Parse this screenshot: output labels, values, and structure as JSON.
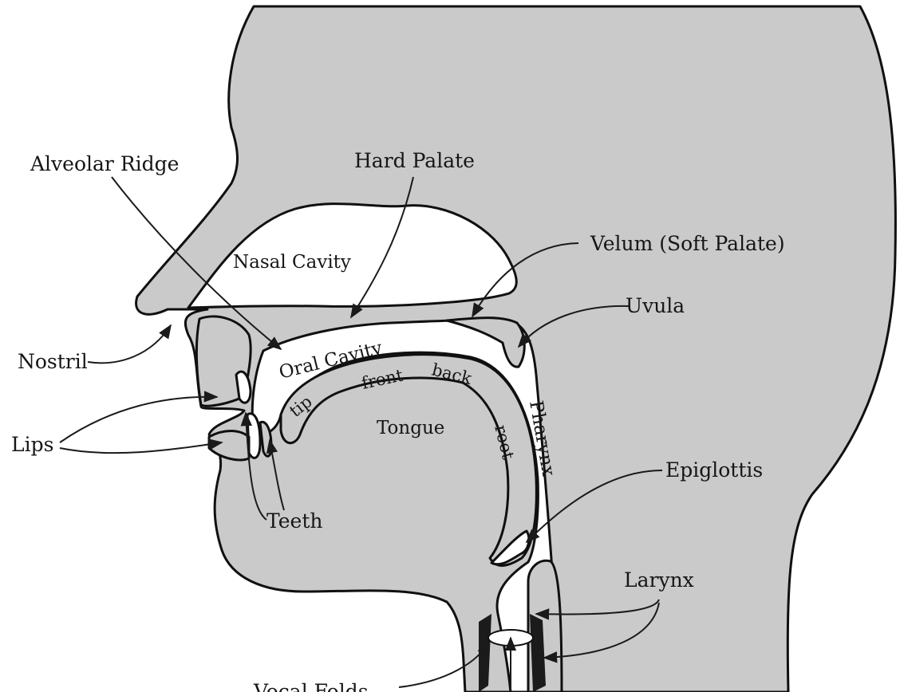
{
  "labels": {
    "alveolar_ridge": "Alveolar Ridge",
    "hard_palate": "Hard Palate",
    "nasal_cavity": "Nasal Cavity",
    "velum": "Velum (Soft Palate)",
    "uvula": "Uvula",
    "nostril": "Nostril",
    "oral_cavity": "Oral Cavity",
    "tip": "tip",
    "front": "front",
    "back": "back",
    "tongue": "Tongue",
    "root": "root",
    "pharynx": "Pharynx",
    "lips": "Lips",
    "teeth": "Teeth",
    "epiglottis": "Epiglottis",
    "larynx": "Larynx",
    "vocal_folds": "Vocal Folds"
  },
  "colors": {
    "tissue": "#cacaca",
    "outline": "#101010",
    "background": "#ffffff"
  }
}
